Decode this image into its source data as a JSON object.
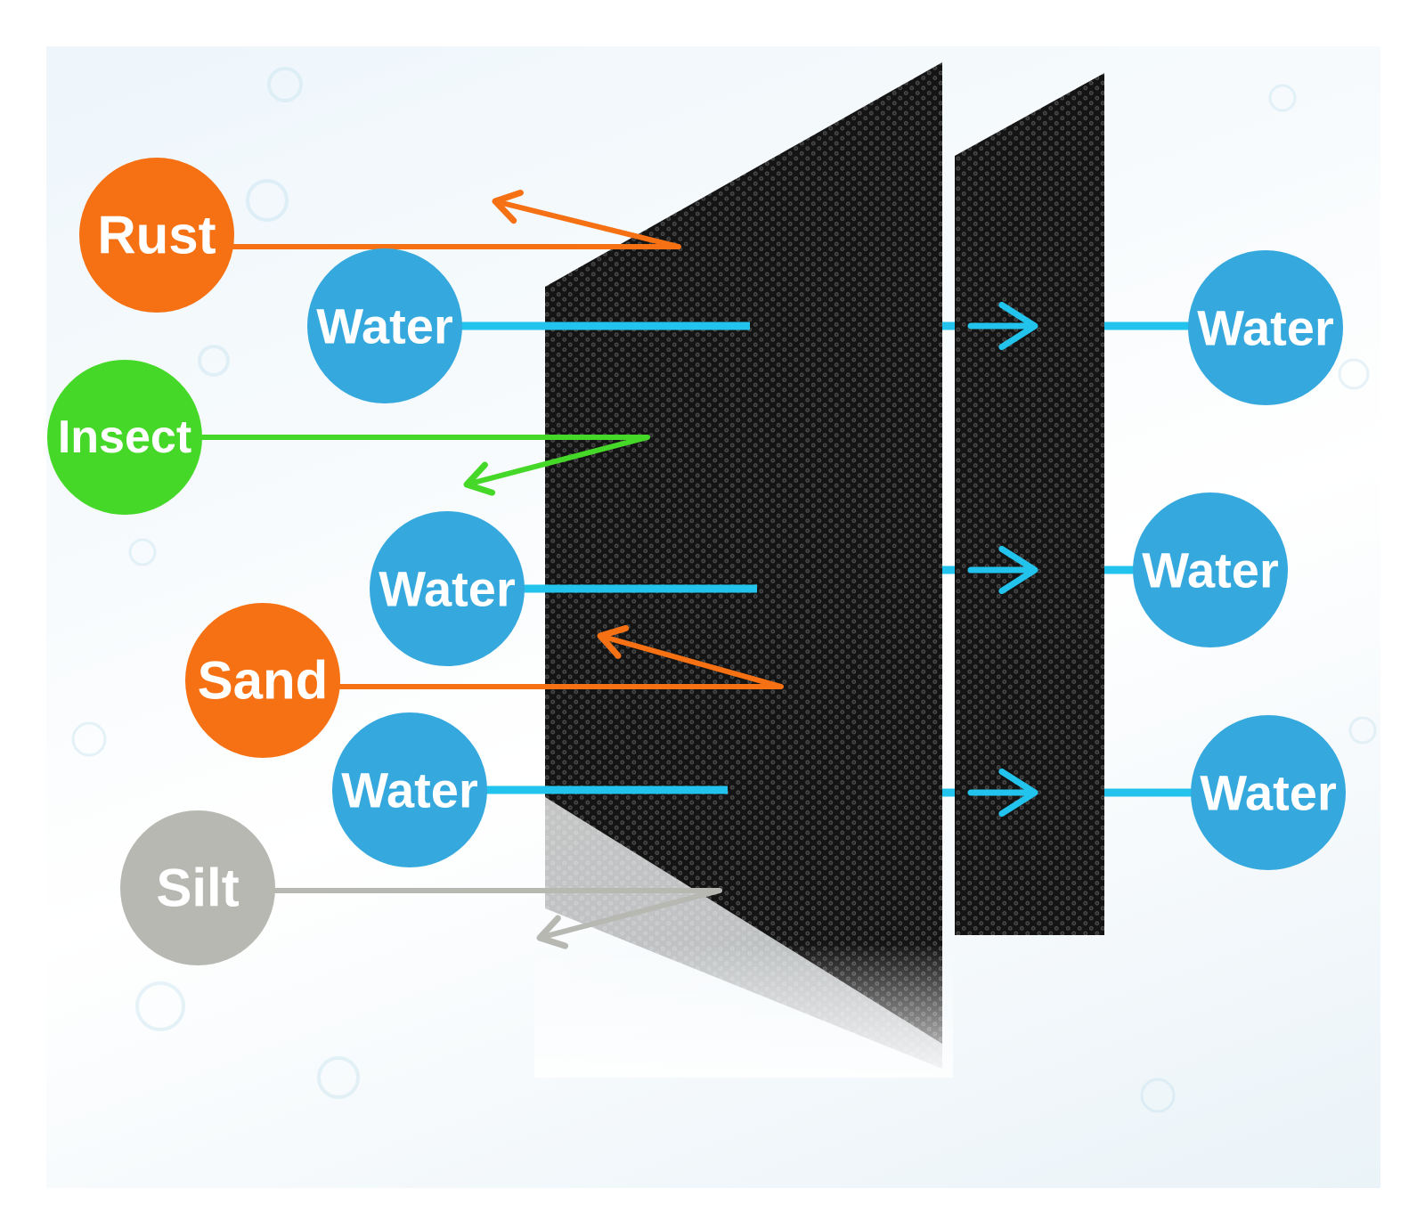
{
  "colors": {
    "rust": "#f57114",
    "insect": "#46d829",
    "water": "#35a8de",
    "silt": "#b6b8b1",
    "flow": "#22c3ec",
    "mesh": "#1a1a1a"
  },
  "contaminants": [
    {
      "label": "Rust",
      "color": "#f57114",
      "outcome": "blocked"
    },
    {
      "label": "Insect",
      "color": "#46d829",
      "outcome": "blocked"
    },
    {
      "label": "Sand",
      "color": "#f57114",
      "outcome": "blocked"
    },
    {
      "label": "Silt",
      "color": "#b6b8b1",
      "outcome": "blocked"
    }
  ],
  "inflow": [
    {
      "label": "Water"
    },
    {
      "label": "Water"
    },
    {
      "label": "Water"
    }
  ],
  "outflow": [
    {
      "label": "Water"
    },
    {
      "label": "Water"
    },
    {
      "label": "Water"
    }
  ],
  "icons": {
    "filter": "mesh-filter-icon",
    "blocked": "deflect-arrow-icon",
    "passed": "flow-arrow-icon"
  }
}
